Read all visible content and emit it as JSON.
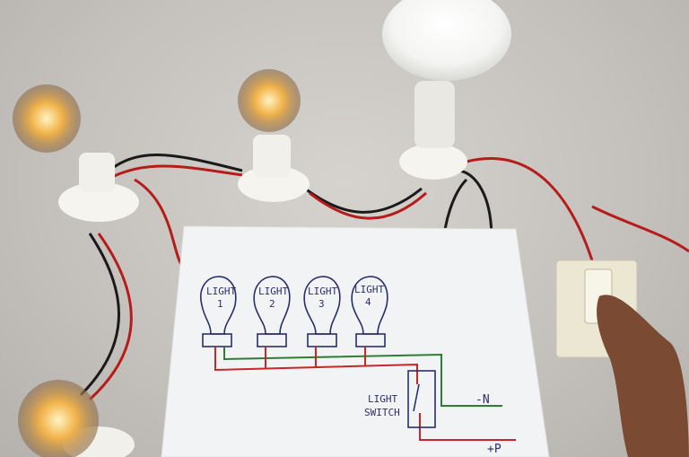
{
  "photo": {
    "subject": "Four lights controlled by one switch wiring demonstration",
    "diagram": {
      "lights": [
        {
          "label": "LIGHT",
          "number": "1"
        },
        {
          "label": "LIGHT",
          "number": "2"
        },
        {
          "label": "LIGHT",
          "number": "3"
        },
        {
          "label": "LIGHT",
          "number": "4"
        }
      ],
      "switch_label_line1": "LIGHT",
      "switch_label_line2": "SWITCH",
      "neutral_label": "-N",
      "phase_label": "+P"
    },
    "colors": {
      "neutral_wire": "#2e7d32",
      "phase_wire": "#c62828",
      "ink": "#2a2f6a",
      "glow": "#ffb347"
    }
  }
}
